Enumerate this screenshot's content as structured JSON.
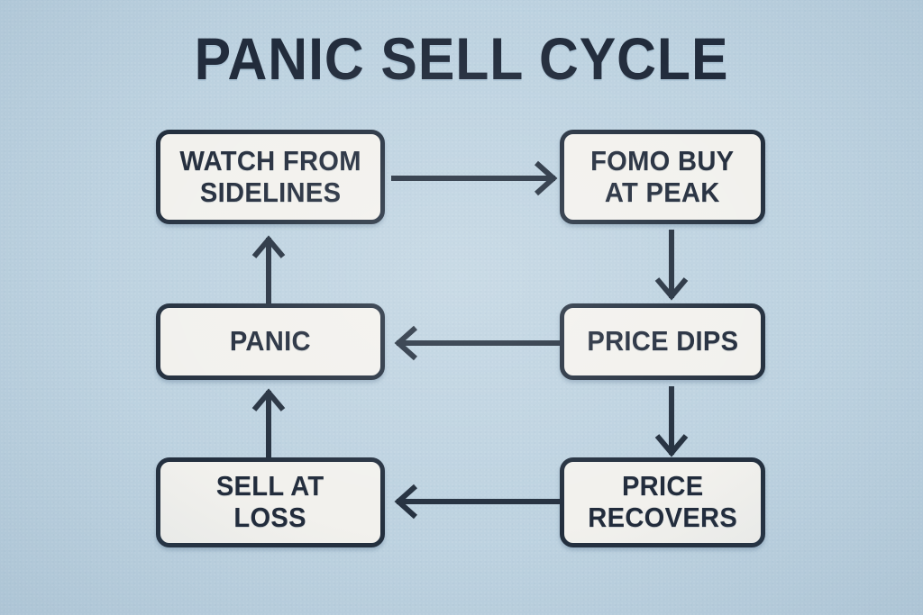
{
  "title": "PANIC SELL CYCLE",
  "colors": {
    "background": "#bdd2e0",
    "ink": "#232f3e",
    "box_fill": "#f2f1ed",
    "title": "#212b3b"
  },
  "diagram": {
    "type": "cycle-flowchart",
    "nodes": [
      {
        "id": "watch",
        "label": "WATCH FROM\nSIDELINES",
        "line1": "WATCH FROM",
        "line2": "SIDELINES",
        "column": "left",
        "row": 1
      },
      {
        "id": "fomo",
        "label": "FOMO BUY\nAT PEAK",
        "line1": "FOMO BUY",
        "line2": "AT PEAK",
        "column": "right",
        "row": 1
      },
      {
        "id": "dips",
        "label": "PRICE DIPS",
        "line1": "PRICE DIPS",
        "line2": "",
        "column": "right",
        "row": 2
      },
      {
        "id": "panic",
        "label": "PANIC",
        "line1": "PANIC",
        "line2": "",
        "column": "left",
        "row": 2
      },
      {
        "id": "recovers",
        "label": "PRICE\nRECOVERS",
        "line1": "PRICE",
        "line2": "RECOVERS",
        "column": "right",
        "row": 3
      },
      {
        "id": "sell",
        "label": "SELL AT\nLOSS",
        "line1": "SELL AT",
        "line2": "LOSS",
        "column": "left",
        "row": 3
      }
    ],
    "edges": [
      {
        "id": "watch-to-fomo",
        "from": "watch",
        "to": "fomo",
        "direction": "right"
      },
      {
        "id": "fomo-to-dips",
        "from": "fomo",
        "to": "dips",
        "direction": "down"
      },
      {
        "id": "dips-to-panic",
        "from": "dips",
        "to": "panic",
        "direction": "left"
      },
      {
        "id": "panic-to-watch",
        "from": "panic",
        "to": "watch",
        "direction": "up"
      },
      {
        "id": "dips-to-recovers",
        "from": "dips",
        "to": "recovers",
        "direction": "down"
      },
      {
        "id": "recovers-to-sell",
        "from": "recovers",
        "to": "sell",
        "direction": "left"
      },
      {
        "id": "sell-to-panic",
        "from": "sell",
        "to": "panic",
        "direction": "up"
      }
    ]
  }
}
